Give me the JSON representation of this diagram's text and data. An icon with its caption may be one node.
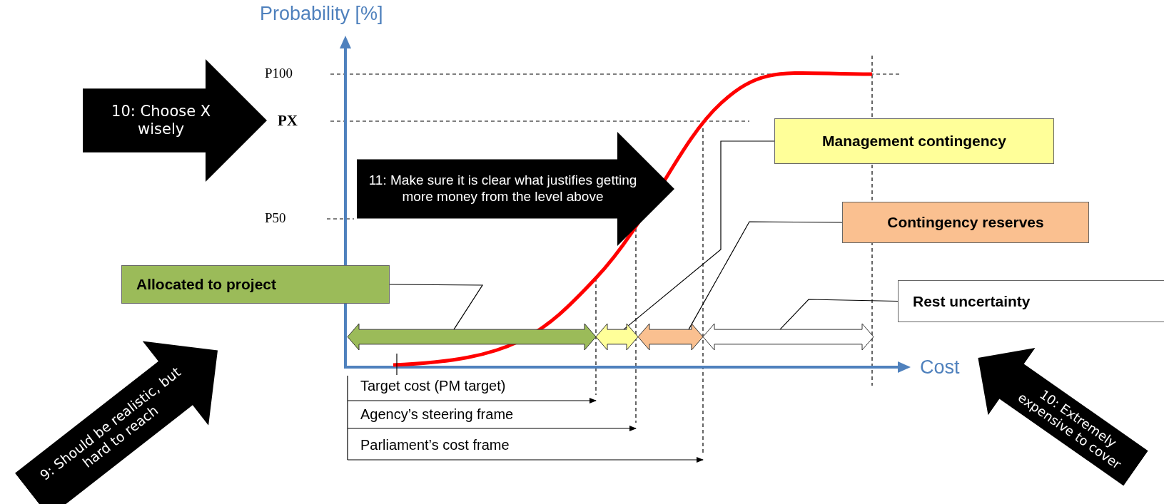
{
  "diagram": {
    "nodes": [
      {
        "text": [
          "Allocated to project"
        ]
      },
      {
        "text": [
          "Management contingency"
        ]
      },
      {
        "text": [
          "Contingency reserves"
        ]
      },
      {
        "text": [
          "Rest uncertainty"
        ]
      },
      {
        "text": [],
        "shape": "bar"
      },
      {
        "text": [],
        "shape": "bar"
      },
      {
        "text": [],
        "shape": "bar"
      },
      {
        "text": [],
        "shape": "bar"
      },
      {
        "text": [
          "10: Choose X wisely"
        ]
      },
      {
        "text": [
          "11: Make sure it is clear what justifies getting more money from the level above"
        ]
      },
      {
        "text": [
          "9: Should be realistic, but hard to reach"
        ]
      },
      {
        "text": [
          "10: Extremely expensive to cover"
        ]
      }
    ],
    "edges": [
      {
        "from": 0,
        "to": 4,
        "arrow": "none"
      },
      {
        "from": 1,
        "to": 5,
        "arrow": "none"
      },
      {
        "from": 2,
        "to": 6,
        "arrow": "none"
      },
      {
        "from": 3,
        "to": 7,
        "arrow": "none"
      }
    ],
    "labels": [
      "Probability [%]",
      "P100",
      "PX",
      "P50",
      "Cost",
      "Target cost (PM target)",
      "Agency’s steering frame",
      "Parliament’s cost frame"
    ]
  }
}
